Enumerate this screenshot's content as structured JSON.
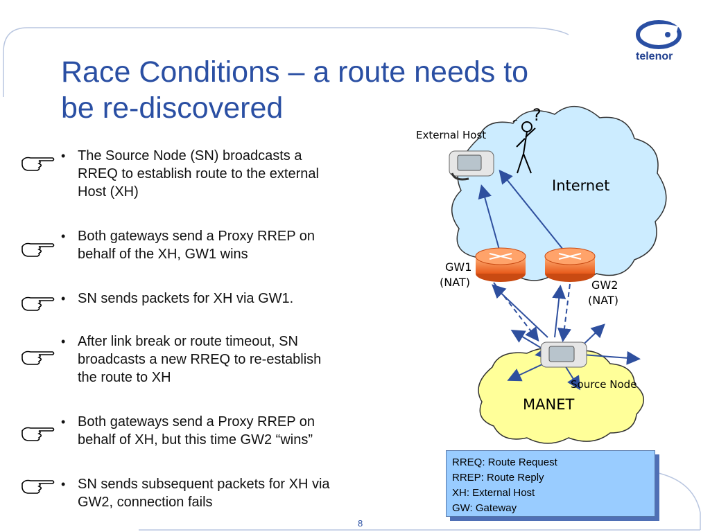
{
  "brand": {
    "name": "telenor"
  },
  "slide": {
    "title_line1": "Race Conditions – a route needs to",
    "title_line2": "be re-discovered",
    "page_number": "8"
  },
  "bullets": [
    {
      "lines": [
        "The Source Node (SN) broadcasts a",
        "RREQ  to establish route to the external",
        "Host (XH)"
      ]
    },
    {
      "lines": [
        "Both gateways send a Proxy RREP on",
        "behalf of the XH, GW1 wins"
      ]
    },
    {
      "lines": [
        "SN sends packets for XH via GW1."
      ]
    },
    {
      "lines": [
        "After link break or route timeout, SN",
        "broadcasts a new RREQ to re-establish",
        "the route to XH"
      ]
    },
    {
      "lines": [
        "Both gateways send a Proxy RREP on",
        "behalf of XH, but this time GW2 “wins”"
      ]
    },
    {
      "lines": [
        "SN sends subsequent packets for XH via",
        "GW2, connection fails"
      ]
    }
  ],
  "diagram": {
    "external_host": "External Host",
    "question": "?",
    "internet": "Internet",
    "gw1_name": "GW1",
    "gw1_nat": "(NAT)",
    "gw2_name": "GW2",
    "gw2_nat": "(NAT)",
    "source_node": "Source Node",
    "manet": "MANET"
  },
  "legend": [
    "RREQ: Route Request",
    "RREP: Route Reply",
    "XH: External Host",
    "GW: Gateway"
  ],
  "colors": {
    "title": "#2a4fa3",
    "cloud": "#ccecff",
    "manet": "#ffff99",
    "router": "#ff7733",
    "legend_bg": "#99ccff",
    "arrow": "#2e4f9e"
  }
}
